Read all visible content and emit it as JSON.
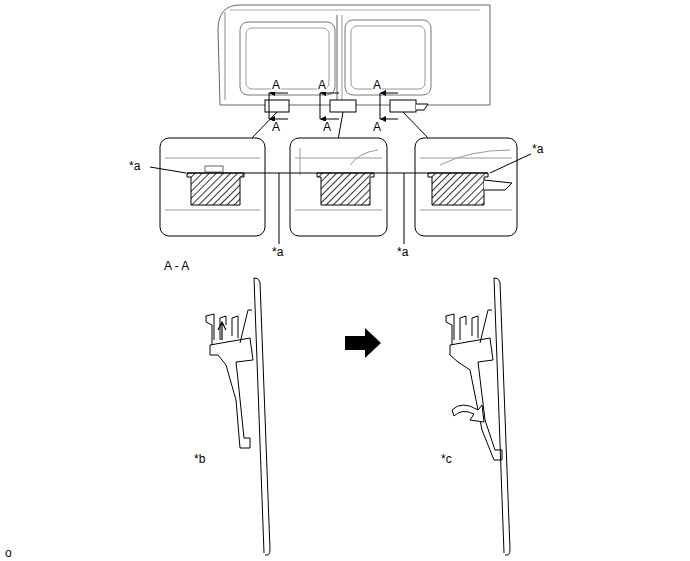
{
  "diagram": {
    "labels": [
      "A",
      "A",
      "A",
      "A",
      "A",
      "A",
      "*a",
      "*a",
      "*a",
      "*a",
      "A - A",
      "*b",
      "*c",
      "o"
    ]
  }
}
